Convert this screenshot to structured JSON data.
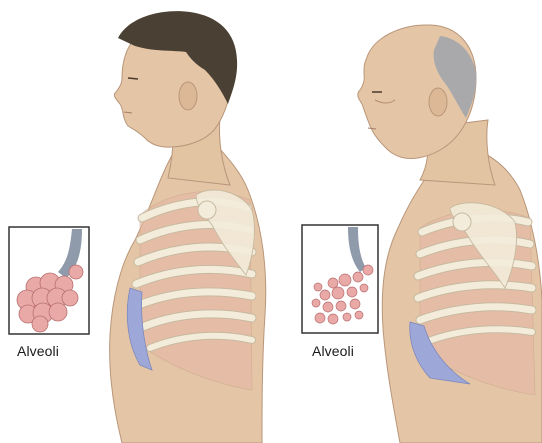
{
  "figure": {
    "insets": [
      {
        "id": "young",
        "label": "Alveoli"
      },
      {
        "id": "old",
        "label": "Alveoli"
      }
    ],
    "colors": {
      "skin": "#e4c6a6",
      "skin_shadow": "#d3af8c",
      "hair_young": "#4a4033",
      "hair_old": "#a9a9ab",
      "rib": "#f3ecda",
      "rib_outline": "#c7b9a0",
      "intercostal": "#e49a8d",
      "diaphragm": "#9ea8d8",
      "alveoli": "#e8a9a7",
      "airway": "#8f9aaa",
      "inset_border": "#333333"
    }
  }
}
